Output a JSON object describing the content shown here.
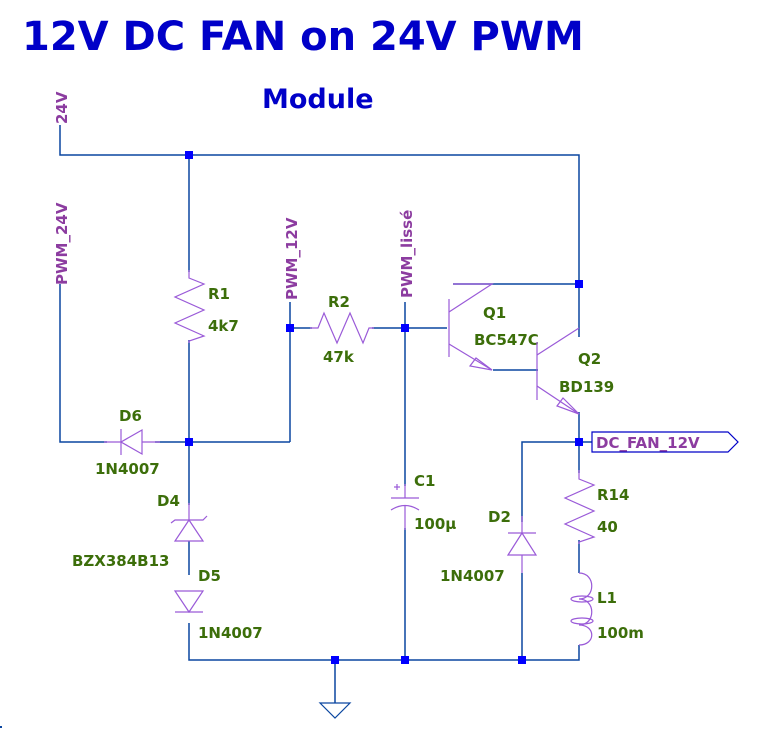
{
  "schematic": {
    "title": "12V DC FAN on 24V PWM",
    "subtitle": "Module",
    "nets": {
      "supply": "24V",
      "pwm_in": "PWM_24V",
      "pwm_12": "PWM_12V",
      "pwm_smooth": "PWM_lissé",
      "output": "DC_FAN_12V"
    },
    "components": {
      "R1": {
        "ref": "R1",
        "value": "4k7"
      },
      "R2": {
        "ref": "R2",
        "value": "47k"
      },
      "R14": {
        "ref": "R14",
        "value": "40"
      },
      "C1": {
        "ref": "C1",
        "value": "100µ"
      },
      "L1": {
        "ref": "L1",
        "value": "100m"
      },
      "D2": {
        "ref": "D2",
        "value": "1N4007"
      },
      "D4": {
        "ref": "D4",
        "value": "BZX384B13"
      },
      "D5": {
        "ref": "D5",
        "value": "1N4007"
      },
      "D6": {
        "ref": "D6",
        "value": "1N4007"
      },
      "Q1": {
        "ref": "Q1",
        "value": "BC547C"
      },
      "Q2": {
        "ref": "Q2",
        "value": "BD139"
      }
    },
    "colors": {
      "title": "#0000c8",
      "component_label": "#3c6e0a",
      "net_label": "#8c3ca0",
      "wire": "#0a46a0",
      "component": "#9a5ad8",
      "junction": "#0000ff"
    }
  }
}
